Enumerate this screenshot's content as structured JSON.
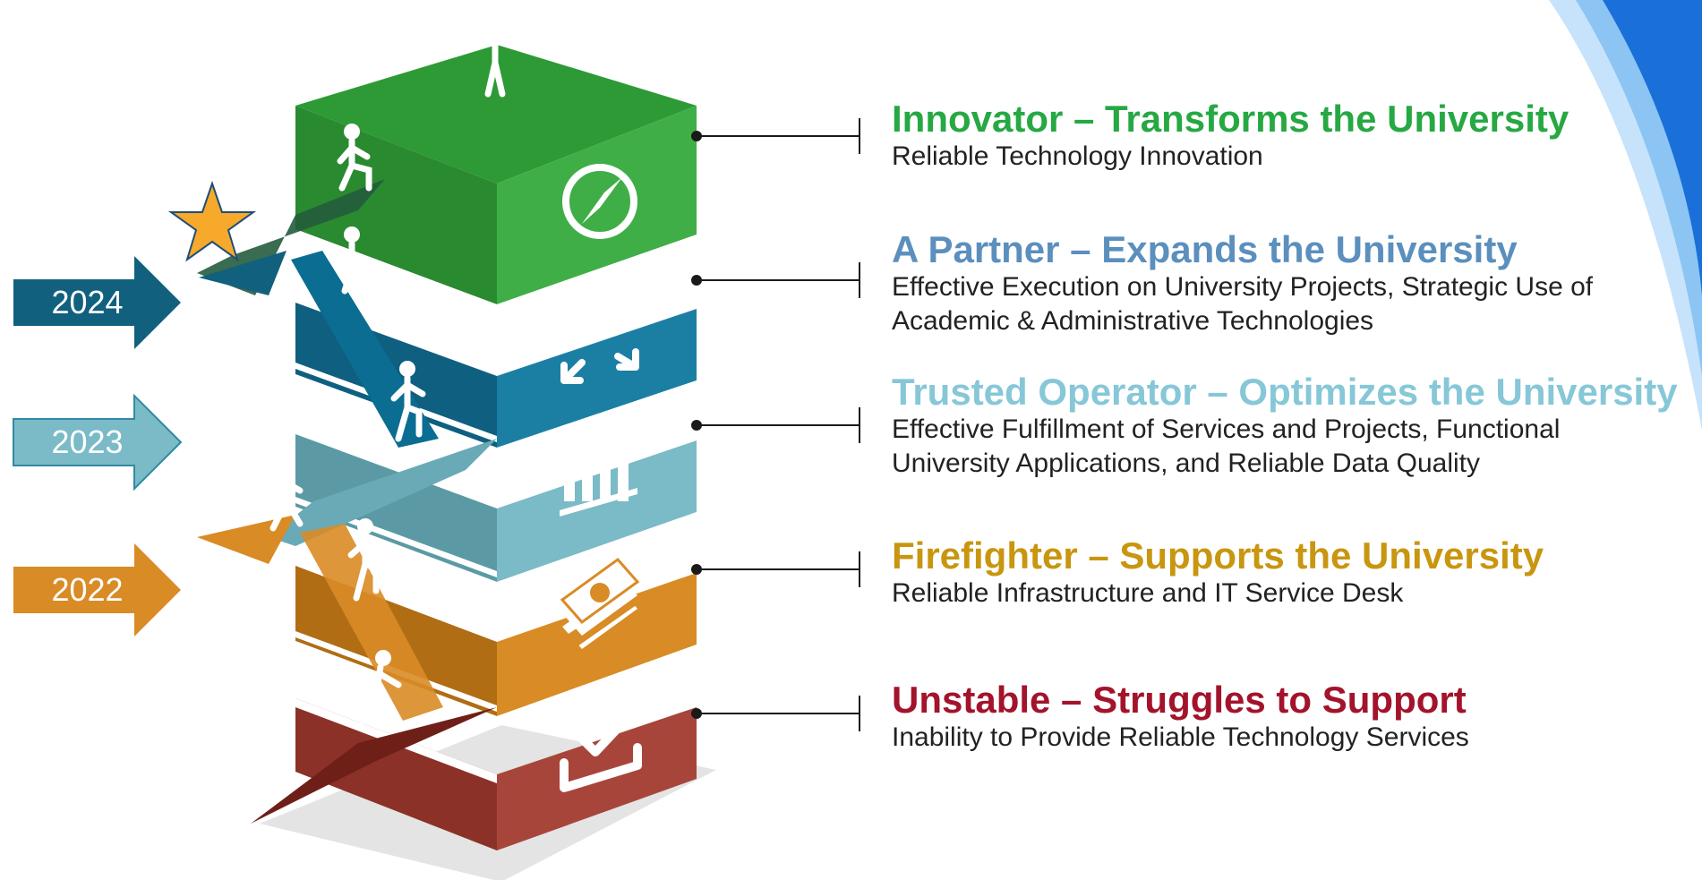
{
  "colors": {
    "innovator": "#33a53b",
    "partner": "#1b7fa3",
    "operator": "#7bbac7",
    "firefighter": "#d98b25",
    "unstable": "#a8453b",
    "title_innovator": "#26a843",
    "title_partner": "#5b8fbd",
    "title_operator": "#86c7d8",
    "title_firefighter": "#c8960f",
    "title_unstable": "#a3132b",
    "accent_blue": "#1a6fd9"
  },
  "years": [
    {
      "label": "2024",
      "color": "#11607e"
    },
    {
      "label": "2023",
      "color": "#7bbac7"
    },
    {
      "label": "2022",
      "color": "#d98b25"
    }
  ],
  "levels": [
    {
      "title": "Innovator – Transforms the University",
      "desc": "Reliable Technology Innovation",
      "icon": "compass-icon"
    },
    {
      "title": "A Partner – Expands the University",
      "desc": "Effective Execution on University Projects, Strategic Use of Academic & Administrative Technologies",
      "icon": "expand-arrows-icon"
    },
    {
      "title": "Trusted Operator – Optimizes the University",
      "desc": "Effective Fulfillment of Services and Projects, Functional University Applications, and Reliable Data Quality",
      "icon": "bar-chart-icon"
    },
    {
      "title": "Firefighter – Supports the University",
      "desc": "Reliable Infrastructure and IT Service Desk",
      "icon": "money-stack-icon"
    },
    {
      "title": "Unstable – Struggles to Support",
      "desc": "Inability to Provide Reliable Technology Services",
      "icon": "checkmark-tray-icon"
    }
  ]
}
